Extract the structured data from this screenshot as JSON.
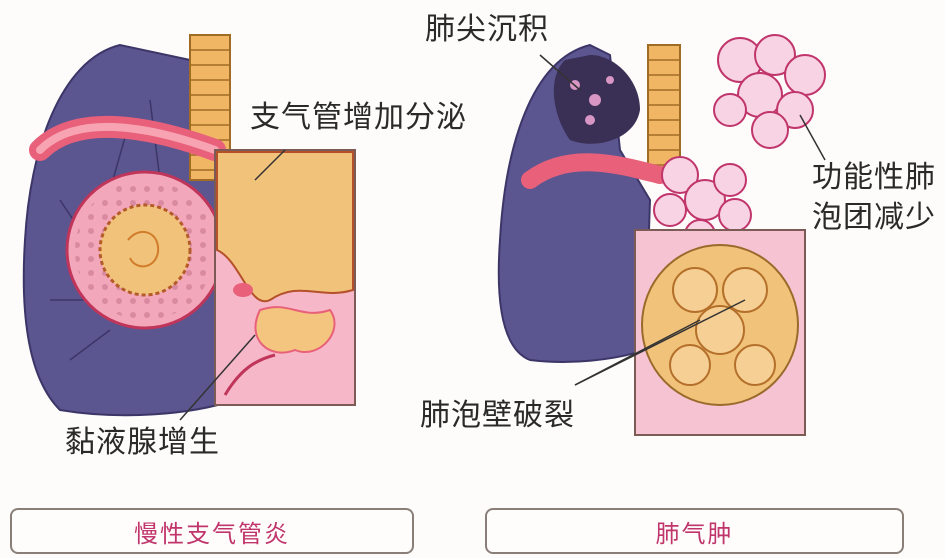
{
  "left_panel": {
    "label_secretion": "支气管增加分泌",
    "label_gland": "黏液腺增生",
    "caption": "慢性支气管炎"
  },
  "right_panel": {
    "label_apex": "肺尖沉积",
    "label_function": "功能性肺泡团减少",
    "label_wall": "肺泡壁破裂",
    "caption": "肺气肿"
  },
  "colors": {
    "lung": "#5b5590",
    "lung_light": "#7d76ad",
    "pink": "#f3a7bb",
    "bronchus": "#e8607a",
    "secretion": "#f1c27a",
    "trachea": "#f0b664"
  }
}
